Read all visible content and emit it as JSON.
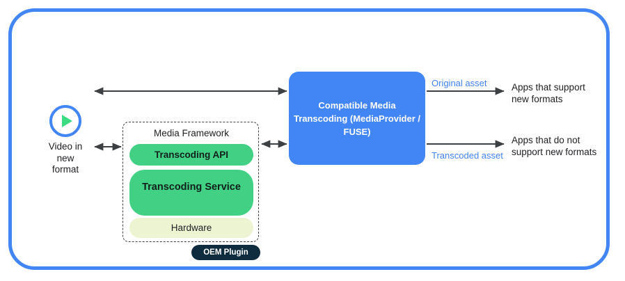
{
  "frame": {
    "accent_color": "#4285f4"
  },
  "source": {
    "icon": "play-circle-icon",
    "caption": "Video in\nnew\nformat"
  },
  "media_framework": {
    "title": "Media Framework",
    "layers": [
      {
        "name": "transcoding-api",
        "label": "Transcoding API",
        "color": "#42d184"
      },
      {
        "name": "transcoding-service",
        "label": "Transcoding Service",
        "color": "#42d184"
      },
      {
        "name": "hardware",
        "label": "Hardware",
        "color": "#edf4d2"
      }
    ],
    "badge": {
      "label": "OEM Plugin",
      "color": "#0e2c3e"
    }
  },
  "cmt": {
    "label": "Compatible Media Transcoding (MediaProvider / FUSE)",
    "color": "#4285f4"
  },
  "outputs": [
    {
      "name": "original-asset",
      "asset_label": "Original asset",
      "target_label": "Apps that support\nnew formats"
    },
    {
      "name": "transcoded-asset",
      "asset_label": "Transcoded asset",
      "target_label": "Apps that do not\nsupport new formats"
    }
  ],
  "connectors": [
    {
      "name": "source-to-cmt-bypass",
      "type": "double-arrow"
    },
    {
      "name": "source-to-framework",
      "type": "double-arrow"
    },
    {
      "name": "framework-to-cmt",
      "type": "double-arrow"
    },
    {
      "name": "cmt-to-apps-support",
      "type": "single-arrow"
    },
    {
      "name": "cmt-to-apps-nosupport",
      "type": "single-arrow"
    }
  ]
}
